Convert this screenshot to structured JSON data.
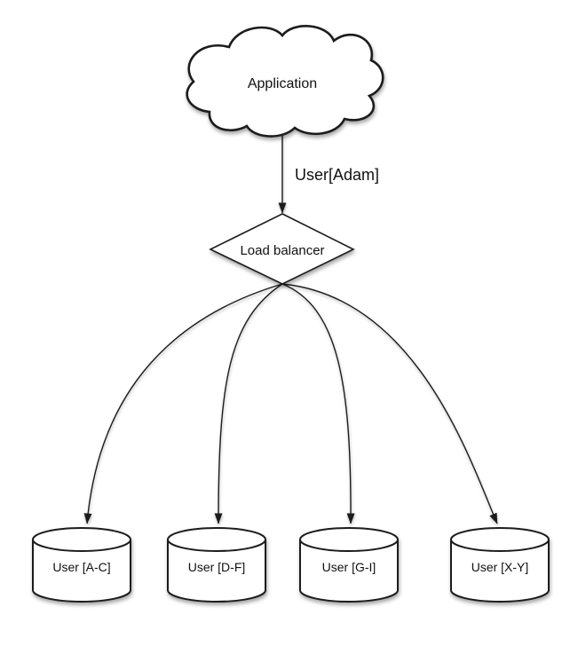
{
  "diagram": {
    "background": "#ffffff",
    "shape_fill": "#ffffff",
    "stroke_color": "#1c1c1c",
    "text_color": "#111111",
    "application": {
      "label": "Application"
    },
    "request_edge": {
      "label": "User[Adam]"
    },
    "load_balancer": {
      "label": "Load balancer"
    },
    "databases": [
      {
        "label": "User [A-C]"
      },
      {
        "label": "User [D-F]"
      },
      {
        "label": "User [G-I]"
      },
      {
        "label": "User [X-Y]"
      }
    ]
  }
}
